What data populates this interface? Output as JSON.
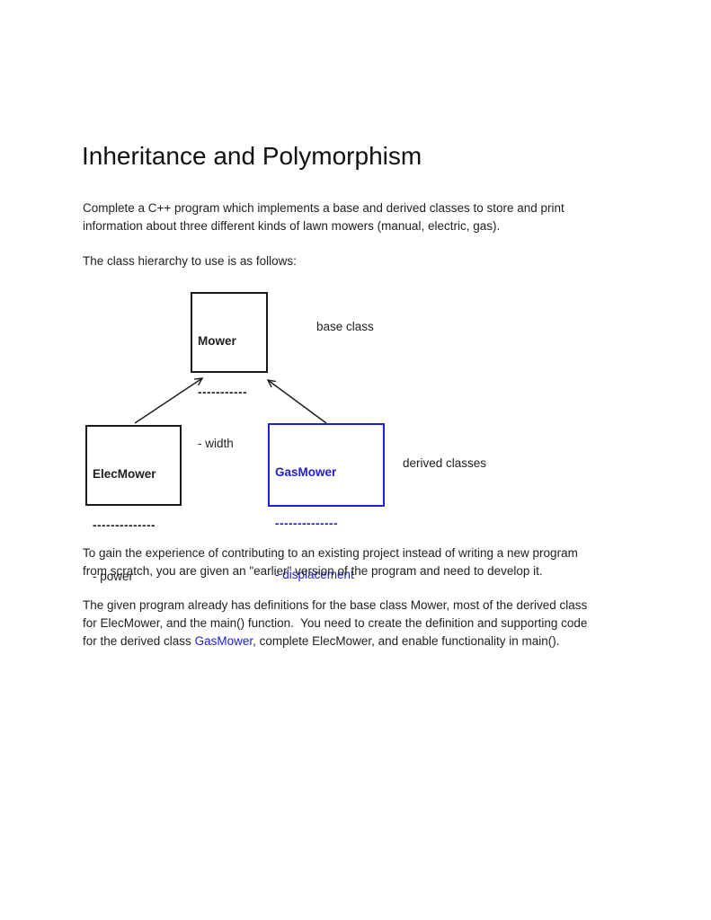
{
  "document": {
    "title": "Inheritance and Polymorphism",
    "paragraphs": {
      "intro": "Complete a C++ program which implements a base and derived classes to store and print\ninformation about three different kinds of lawn mowers (manual, electric, gas).",
      "hierarchy_lead": "The class hierarchy to use is as follows:",
      "experience": "To gain the experience of contributing to an existing project instead of writing a new program\nfrom scratch, you are given an \"earlier\" version of the program and need to develop it.",
      "given_before": "The given program already has definitions for the base class Mower, most of the derived class\nfor ElecMower, and the main() function.  You need to create the definition and supporting code\nfor the derived class ",
      "given_link": "GasMower",
      "given_after": ", complete ElecMower, and enable functionality in main()."
    }
  },
  "diagram": {
    "base_class": {
      "name": "Mower",
      "divider": "-----------",
      "attribute": "- width"
    },
    "base_class_label": "base class",
    "derived_left": {
      "name": "ElecMower",
      "divider": "--------------",
      "attribute": "- power"
    },
    "derived_right": {
      "name": "GasMower",
      "divider": "--------------",
      "attribute": "- displacement"
    },
    "derived_classes_label": "derived classes",
    "colors": {
      "accent_blue": "#2121cc",
      "line_black": "#1c1c1c"
    }
  }
}
